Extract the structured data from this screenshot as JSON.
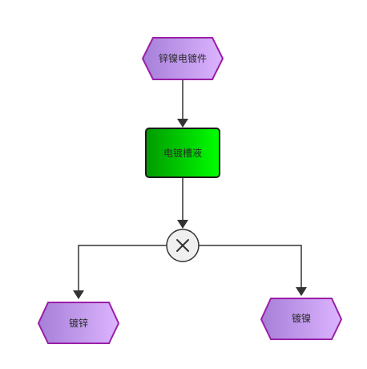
{
  "nodes": {
    "source": {
      "label": "锌镍电镀件",
      "shape": "hexagon"
    },
    "process": {
      "label": "电镀槽液",
      "shape": "rounded-rectangle"
    },
    "gateway": {
      "symbol": "✕",
      "shape": "circle",
      "icon": "xor-gateway-icon"
    },
    "out_left": {
      "label": "镀锌",
      "shape": "hexagon"
    },
    "out_right": {
      "label": "镀镍",
      "shape": "hexagon"
    }
  },
  "edges": [
    {
      "from": "source",
      "to": "process"
    },
    {
      "from": "process",
      "to": "gateway"
    },
    {
      "from": "gateway",
      "to": "out_left"
    },
    {
      "from": "gateway",
      "to": "out_right"
    }
  ],
  "colors": {
    "hexagon_fill_start": "#a67fd8",
    "hexagon_fill_end": "#dcb4ff",
    "hexagon_stroke": "#9a1fa6",
    "process_fill_start": "#009a00",
    "process_fill_end": "#00ff00",
    "process_stroke": "#1b1b1b",
    "gateway_fill": "#f0f0f0",
    "gateway_stroke": "#333333",
    "connector": "#333333"
  }
}
